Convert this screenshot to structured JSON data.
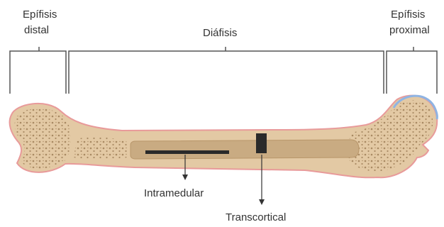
{
  "regions": {
    "distal_line1": "Epífisis",
    "distal_line2": "distal",
    "diaphysis": "Diáfisis",
    "proximal_line1": "Epífisis",
    "proximal_line2": "proximal"
  },
  "implants": {
    "intramedullary": "Intramedular",
    "transcortical": "Transcortical"
  },
  "colors": {
    "bone_fill": "#e3c9a4",
    "bone_outline": "#e89a9a",
    "cancellous_dots": "#a98a63",
    "canal": "#c9ab82",
    "cartilage": "#8fb4e3",
    "implant": "#2a2a2a",
    "brackets": "#555555"
  }
}
